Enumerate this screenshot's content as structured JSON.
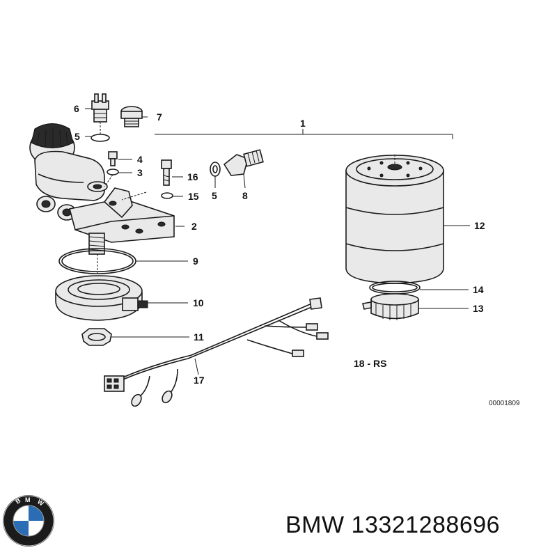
{
  "callouts": {
    "c1": "1",
    "c2": "2",
    "c3": "3",
    "c4": "4",
    "c5a": "5",
    "c5b": "5",
    "c6": "6",
    "c7": "7",
    "c8": "8",
    "c9": "9",
    "c10": "10",
    "c11": "11",
    "c12": "12",
    "c13": "13",
    "c14": "14",
    "c15": "15",
    "c16": "16",
    "c17": "17"
  },
  "note": "18 - RS",
  "diagram_code": "00001809",
  "footer": {
    "brand": "BMW",
    "part_number": "13321288696"
  },
  "logo": {
    "text": "BMW",
    "colors": {
      "ring": "#1b1b1b",
      "blue": "#2a6db5",
      "white": "#ffffff"
    }
  }
}
